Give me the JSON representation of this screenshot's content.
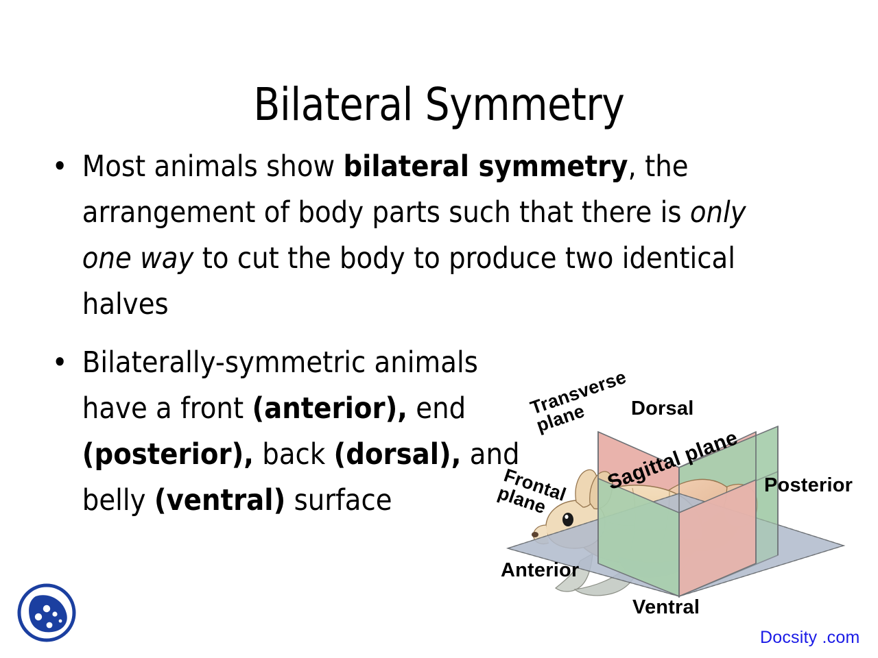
{
  "slide": {
    "title": "Bilateral Symmetry",
    "background_color": "#ffffff",
    "text_color": "#000000"
  },
  "bullets": [
    {
      "marker": "•",
      "text": "Most animals show bilateral symmetry, the arrangement of body parts such that there is only one way to cut the body to produce two identical halves",
      "segments": [
        {
          "text": "Most animals show ",
          "style": "normal"
        },
        {
          "text": "bilateral symmetry",
          "style": "bold"
        },
        {
          "text": ", the arrangement of body parts such that there is ",
          "style": "normal"
        },
        {
          "text": "only one way",
          "style": "italic"
        },
        {
          "text": " to cut the body to produce two identical halves",
          "style": "normal"
        }
      ]
    },
    {
      "marker": "•",
      "text": "Bilaterally-symmetric animals have a front (anterior), end (posterior), back (dorsal), and belly (ventral) surface",
      "segments": [
        {
          "text": "Bilaterally-symmetric animals have a front ",
          "style": "normal"
        },
        {
          "text": "(anterior),",
          "style": "bold"
        },
        {
          "text": " end ",
          "style": "normal"
        },
        {
          "text": "(posterior),",
          "style": "bold"
        },
        {
          "text": " back ",
          "style": "normal"
        },
        {
          "text": "(dorsal),",
          "style": "bold"
        },
        {
          "text": " and belly ",
          "style": "normal"
        },
        {
          "text": "(ventral)",
          "style": "bold"
        },
        {
          "text": " surface",
          "style": "normal"
        }
      ]
    }
  ],
  "figure": {
    "caption_subject": "rabbit",
    "axis_labels": {
      "dorsal": "Dorsal",
      "ventral": "Ventral",
      "anterior": "Anterior",
      "posterior": "Posterior"
    },
    "plane_labels": {
      "transverse_line1": "Transverse",
      "transverse_line2": "plane",
      "frontal_line1": "Frontal",
      "frontal_line2": "plane",
      "sagittal": "Sagittal plane"
    },
    "plane_colors": {
      "transverse_pink": "#e9b3ac",
      "sagittal_green": "#a9cfae",
      "frontal_blue_gray": "#b2bccd",
      "outline": "#5a5f63"
    },
    "animal_colors": {
      "body": "#eccfa8",
      "body_shade": "#dcb489",
      "haunch": "#e8bfa0",
      "under": "#b9c3bf",
      "outline": "#8a7150",
      "eye": "#1a1a1a"
    }
  },
  "branding": {
    "url": "Docsity .com",
    "url_color": "#1a1ae6",
    "logo_color": "#1b3fa0",
    "logo_name": "docsity-logo"
  }
}
